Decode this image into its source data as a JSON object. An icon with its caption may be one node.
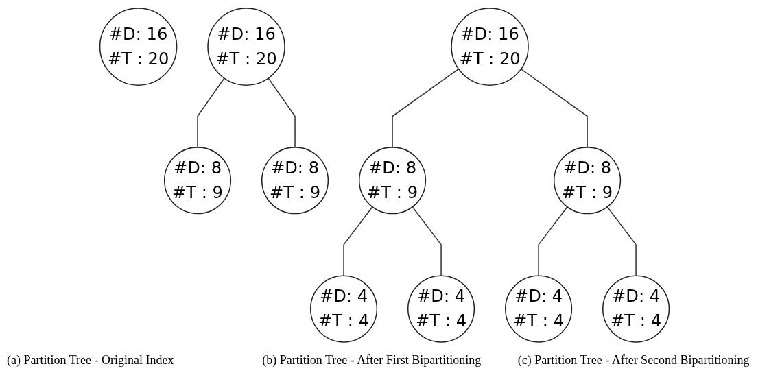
{
  "diagram": {
    "nodes": [
      {
        "text": [
          "#D: 16",
          "#T : 20"
        ]
      },
      {
        "text": [
          "#D: 16",
          "#T : 20"
        ]
      },
      {
        "text": [
          "#D: 8",
          "#T : 9"
        ]
      },
      {
        "text": [
          "#D: 8",
          "#T : 9"
        ]
      },
      {
        "text": [
          "#D: 16",
          "#T : 20"
        ]
      },
      {
        "text": [
          "#D: 8",
          "#T : 9"
        ]
      },
      {
        "text": [
          "#D: 8",
          "#T : 9"
        ]
      },
      {
        "text": [
          "#D: 4",
          "#T : 4"
        ]
      },
      {
        "text": [
          "#D: 4",
          "#T : 4"
        ]
      },
      {
        "text": [
          "#D: 4",
          "#T : 4"
        ]
      },
      {
        "text": [
          "#D: 4",
          "#T : 4"
        ]
      }
    ],
    "edges": [
      {
        "from": 1,
        "to": 2,
        "arrow": "none"
      },
      {
        "from": 1,
        "to": 3,
        "arrow": "none"
      },
      {
        "from": 4,
        "to": 5,
        "arrow": "none"
      },
      {
        "from": 4,
        "to": 6,
        "arrow": "none"
      },
      {
        "from": 5,
        "to": 7,
        "arrow": "none"
      },
      {
        "from": 5,
        "to": 8,
        "arrow": "none"
      },
      {
        "from": 6,
        "to": 9,
        "arrow": "none"
      },
      {
        "from": 6,
        "to": 10,
        "arrow": "none"
      }
    ],
    "labels": [
      "(a) Partition Tree - Original Index",
      "(b) Partition Tree - After First Bipartitioning",
      "(c) Partition Tree - After Second Bipartitioning"
    ]
  }
}
